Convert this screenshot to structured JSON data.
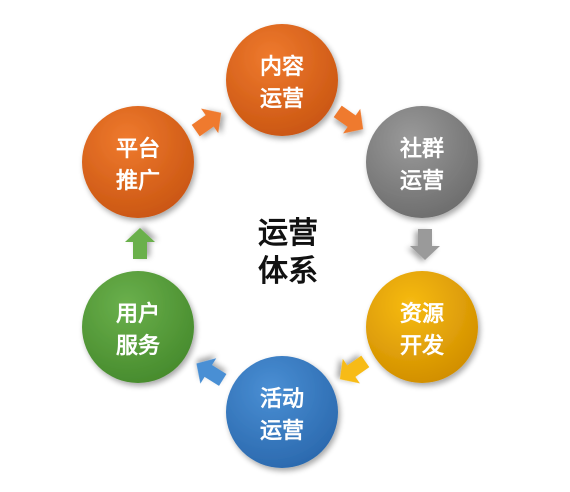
{
  "center": {
    "line1": "运营",
    "line2": "体系"
  },
  "nodes": [
    {
      "id": "content-ops",
      "line1": "内容",
      "line2": "运营",
      "color": "#ef7a2e",
      "dark": "#c95511"
    },
    {
      "id": "community-ops",
      "line1": "社群",
      "line2": "运营",
      "color": "#9a9a9a",
      "dark": "#6c6c6c"
    },
    {
      "id": "resource-dev",
      "line1": "资源",
      "line2": "开发",
      "color": "#f7bb13",
      "dark": "#d08d00"
    },
    {
      "id": "activity-ops",
      "line1": "活动",
      "line2": "运营",
      "color": "#4a8fd4",
      "dark": "#2a68ad"
    },
    {
      "id": "user-service",
      "line1": "用户",
      "line2": "服务",
      "color": "#6ab04c",
      "dark": "#468a2c"
    },
    {
      "id": "platform-promo",
      "line1": "平台",
      "line2": "推广",
      "color": "#ef7a2e",
      "dark": "#c95511"
    }
  ],
  "arrows": [
    {
      "from": "content-ops",
      "to": "community-ops",
      "color": "#ef7a2e"
    },
    {
      "from": "community-ops",
      "to": "resource-dev",
      "color": "#9a9a9a"
    },
    {
      "from": "resource-dev",
      "to": "activity-ops",
      "color": "#f7bb13"
    },
    {
      "from": "activity-ops",
      "to": "user-service",
      "color": "#4a8fd4"
    },
    {
      "from": "user-service",
      "to": "platform-promo",
      "color": "#6ab04c"
    },
    {
      "from": "platform-promo",
      "to": "content-ops",
      "color": "#ef7a2e"
    }
  ]
}
